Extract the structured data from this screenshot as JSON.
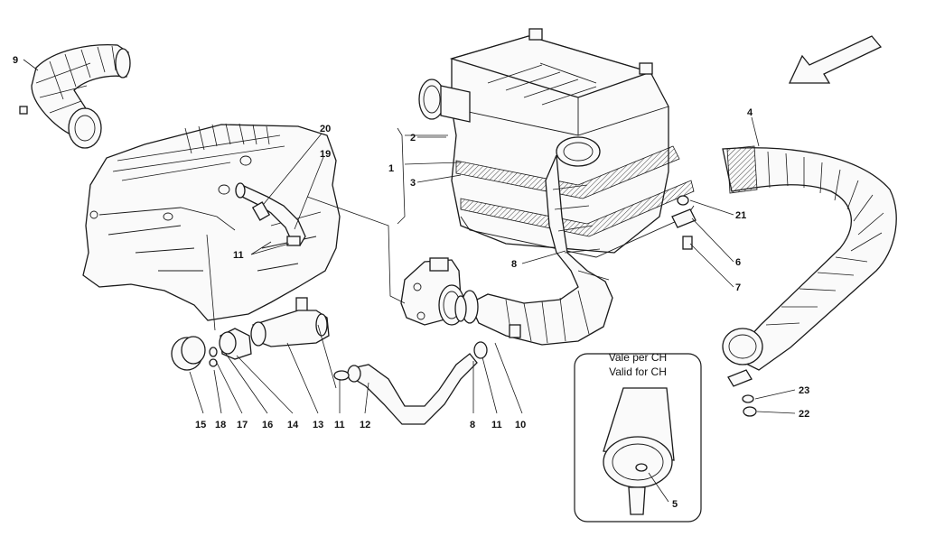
{
  "inset": {
    "line1": "Vale per CH",
    "line2": "Valid for CH"
  },
  "callouts": {
    "c1": "1",
    "c2": "2",
    "c3": "3",
    "c4": "4",
    "c5": "5",
    "c6": "6",
    "c7": "7",
    "c8a": "8",
    "c8b": "8",
    "c9": "9",
    "c10": "10",
    "c11a": "11",
    "c11b": "11",
    "c11c": "11",
    "c12": "12",
    "c13": "13",
    "c14": "14",
    "c15": "15",
    "c16": "16",
    "c17": "17",
    "c18": "18",
    "c19": "19",
    "c20": "20",
    "c21": "21",
    "c22": "22",
    "c23": "23"
  }
}
